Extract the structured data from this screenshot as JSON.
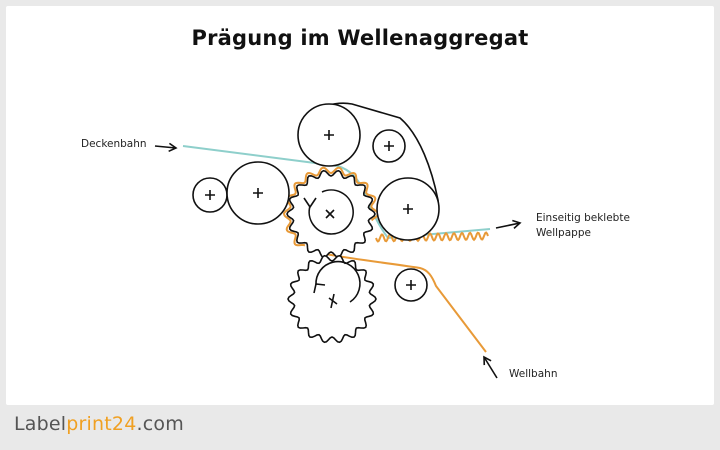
{
  "title": "Prägung im Wellenaggregat",
  "labels": {
    "deckenbahn": "Deckenbahn",
    "output_line1": "Einseitig beklebte",
    "output_line2": "Wellpappe",
    "wellbahn": "Wellbahn"
  },
  "brand": {
    "part1": "Label",
    "part2": "print",
    "part3": "24",
    "part4": ".com"
  },
  "colors": {
    "deckenbahn_line": "#8ecfcb",
    "wellbahn_line": "#e89a38",
    "roller_stroke": "#111111",
    "brand_accent": "#f0a022"
  }
}
